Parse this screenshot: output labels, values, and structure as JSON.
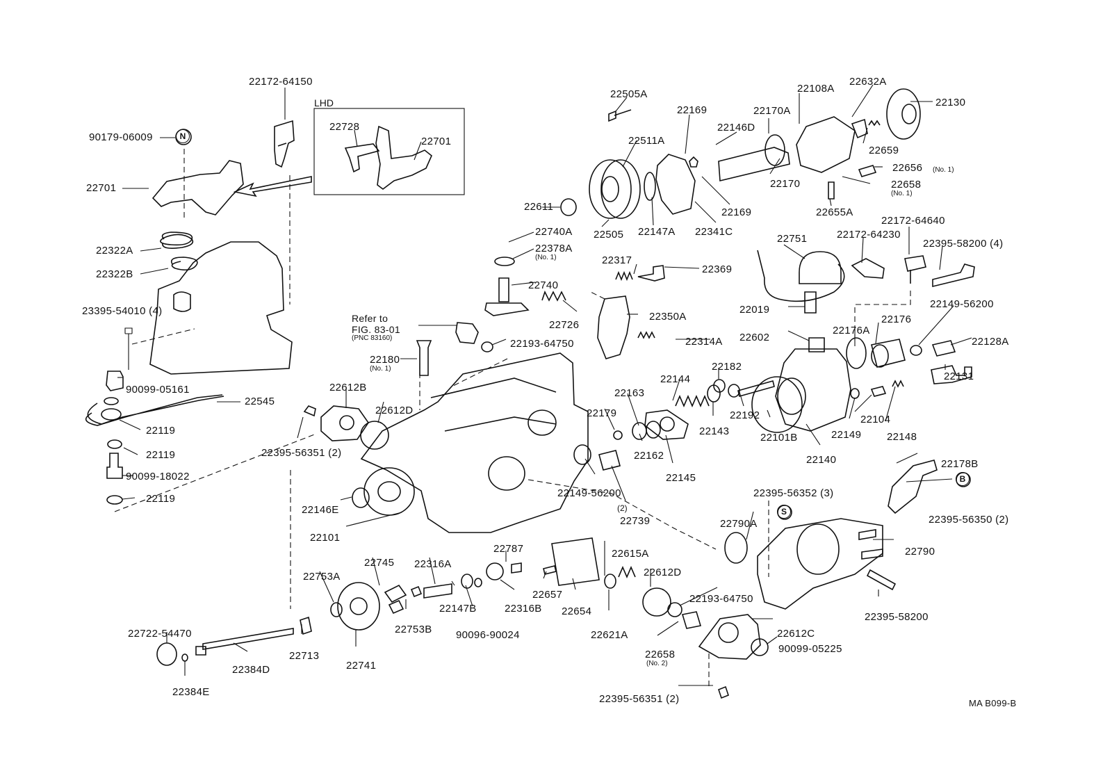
{
  "diagram_code": "MA B099-B",
  "inset_title": "LHD",
  "reference_note": {
    "line1": "Refer to",
    "line2": "FIG. 83-01",
    "line3": "(PNC 83160)"
  },
  "circled_markers": [
    "N",
    "S",
    "B"
  ],
  "labels": {
    "l22172_64150": "22172-64150",
    "l90179_06009": "90179-06009",
    "l22701a": "22701",
    "l22728": "22728",
    "l22701b": "22701",
    "l22322A": "22322A",
    "l22322B": "22322B",
    "l23395_54010": "23395-54010 (4)",
    "l90099_05161": "90099-05161",
    "l22545": "22545",
    "l22119a": "22119",
    "l22119b": "22119",
    "l90099_18022": "90099-18022",
    "l22119c": "22119",
    "l22505A": "22505A",
    "l22511A": "22511A",
    "l22169a": "22169",
    "l22146D": "22146D",
    "l22170A": "22170A",
    "l22108A": "22108A",
    "l22632A": "22632A",
    "l22130": "22130",
    "l22659": "22659",
    "l22656": "22656",
    "l22658a": "22658",
    "l22170": "22170",
    "l22169b": "22169",
    "l22655A": "22655A",
    "l22611": "22611",
    "l22505": "22505",
    "l22147A": "22147A",
    "l22341C": "22341C",
    "l22740A": "22740A",
    "l22378A": "22378A",
    "l22317": "22317",
    "l22369": "22369",
    "l22740": "22740",
    "l22726": "22726",
    "l22350A": "22350A",
    "l22314A": "22314A",
    "l22751": "22751",
    "l22172_64230": "22172-64230",
    "l22172_64640": "22172-64640",
    "l22395_58200a": "22395-58200 (4)",
    "l22019": "22019",
    "l22149_56200a": "22149-56200",
    "l22602": "22602",
    "l22176A": "22176A",
    "l22176": "22176",
    "l22128A": "22128A",
    "l22193_64750a": "22193-64750",
    "l22180": "22180",
    "l22612B": "22612B",
    "l22612Da": "22612D",
    "l22395_56351a": "22395-56351  (2)",
    "l22144": "22144",
    "l22182": "22182",
    "l22163": "22163",
    "l22179": "22179",
    "l22143": "22143",
    "l22192": "22192",
    "l22101B": "22101B",
    "l22162": "22162",
    "l22145": "22145",
    "l22140": "22140",
    "l22149": "22149",
    "l22104": "22104",
    "l22148": "22148",
    "l22131": "22131",
    "l22149_56200b": "22149-56200",
    "l22739": "22739",
    "l22146E": "22146E",
    "l22101": "22101",
    "l22178B": "22178B",
    "l22395_56352": "22395-56352  (3)",
    "l22395_56350": "22395-56350  (2)",
    "l22790A": "22790A",
    "l22790": "22790",
    "l22395_58200b": "22395-58200",
    "l22753A": "22753A",
    "l22745": "22745",
    "l22316A": "22316A",
    "l22787": "22787",
    "l22615A": "22615A",
    "l22612Db": "22612D",
    "l22147B": "22147B",
    "l22316B": "22316B",
    "l22657": "22657",
    "l22654": "22654",
    "l22753B": "22753B",
    "l90096_90024": "90096-90024",
    "l22621A": "22621A",
    "l22193_64750b": "22193-64750",
    "l22612C": "22612C",
    "l90099_05225": "90099-05225",
    "l22658b": "22658",
    "l22395_56351b": "22395-56351  (2)",
    "l22722_54470": "22722-54470",
    "l22713": "22713",
    "l22741": "22741",
    "l22384D": "22384D",
    "l22384E": "22384E"
  },
  "sublabels": {
    "s22378A": "(No. 1)",
    "s22656": "(No. 1)",
    "s22658a": "(No. 1)",
    "s22180": "(No. 1)",
    "s22149_56200b": "(2)",
    "s22658b": "(No. 2)"
  }
}
